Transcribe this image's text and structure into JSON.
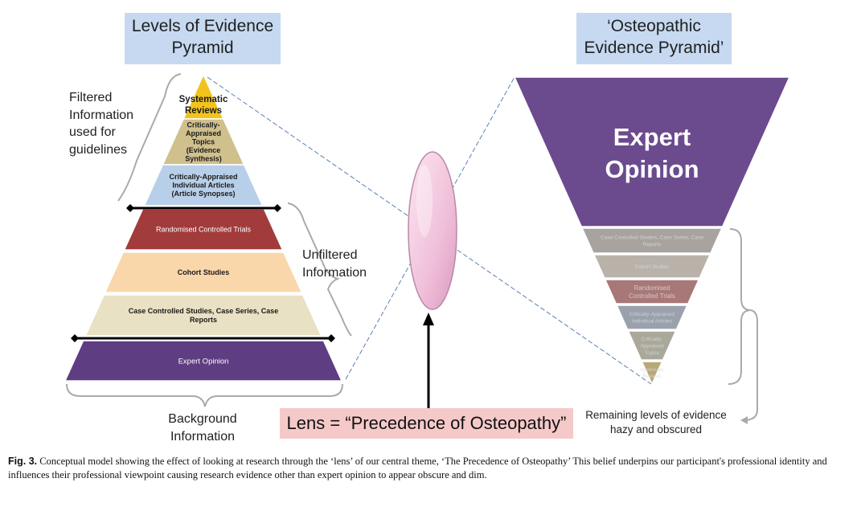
{
  "left_title": "Levels of Evidence Pyramid",
  "right_title": "‘Osteopathic Evidence Pyramid’",
  "filtered_label": [
    "Filtered",
    "Information",
    "used for",
    "guidelines"
  ],
  "unfiltered_label": [
    "Unfiltered",
    "Information"
  ],
  "background_label": [
    "Background",
    "Information"
  ],
  "lens_label": "Lens = “Precedence of Osteopathy”",
  "hazy_label": [
    "Remaining levels of evidence",
    "hazy and obscured"
  ],
  "left_pyramid": {
    "levels": [
      {
        "lines": [
          "Systematic",
          "Reviews"
        ]
      },
      {
        "lines": [
          "Critically-",
          "Appraised",
          "Topics",
          "(Evidence",
          "Synthesis)"
        ]
      },
      {
        "lines": [
          "Critically-Appraised",
          "Individual Articles",
          "(Article Synopses)"
        ]
      },
      {
        "lines": [
          "Randomised Controlled Trials"
        ]
      },
      {
        "lines": [
          "Cohort Studies"
        ]
      },
      {
        "lines": [
          "Case Controlled Studies, Case Series, Case",
          "Reports"
        ]
      },
      {
        "lines": [
          "Expert Opinion"
        ]
      }
    ]
  },
  "right_pyramid": {
    "top": [
      "Expert",
      "Opinion"
    ],
    "levels": [
      {
        "lines": [
          "Case Controlled Studies, Case Series, Case",
          "Reports"
        ]
      },
      {
        "lines": [
          "Cohort Studies"
        ]
      },
      {
        "lines": [
          "Randomised",
          "Controlled Trials"
        ]
      },
      {
        "lines": [
          "Critically-Appraised",
          "Individual Articles"
        ]
      },
      {
        "lines": [
          "Critically-",
          "Appraised",
          "Topics"
        ]
      },
      {
        "lines": [
          "Systematic",
          "Reviews"
        ]
      }
    ]
  },
  "caption": {
    "label": "Fig. 3.",
    "text": "Conceptual model showing the effect of looking at research through the ‘lens’ of our central theme, ‘The Precedence of Osteopathy’ This belief underpins our participant's professional identity and influences their professional viewpoint causing research evidence other than expert opinion to appear obscure and dim."
  },
  "colors": {
    "systematic": "#f2c31c",
    "critically_topics": "#cfc08d",
    "critically_articles": "#b8cfe9",
    "rct": "#a23b3b",
    "cohort": "#fad6ab",
    "case": "#e9e1c3",
    "expert": "#5e3d82",
    "expert_right": "#6b4a8e",
    "lens": "#f3c6e0",
    "titlebox": "#c6d9f1",
    "lensbox": "#f6c9c9"
  }
}
